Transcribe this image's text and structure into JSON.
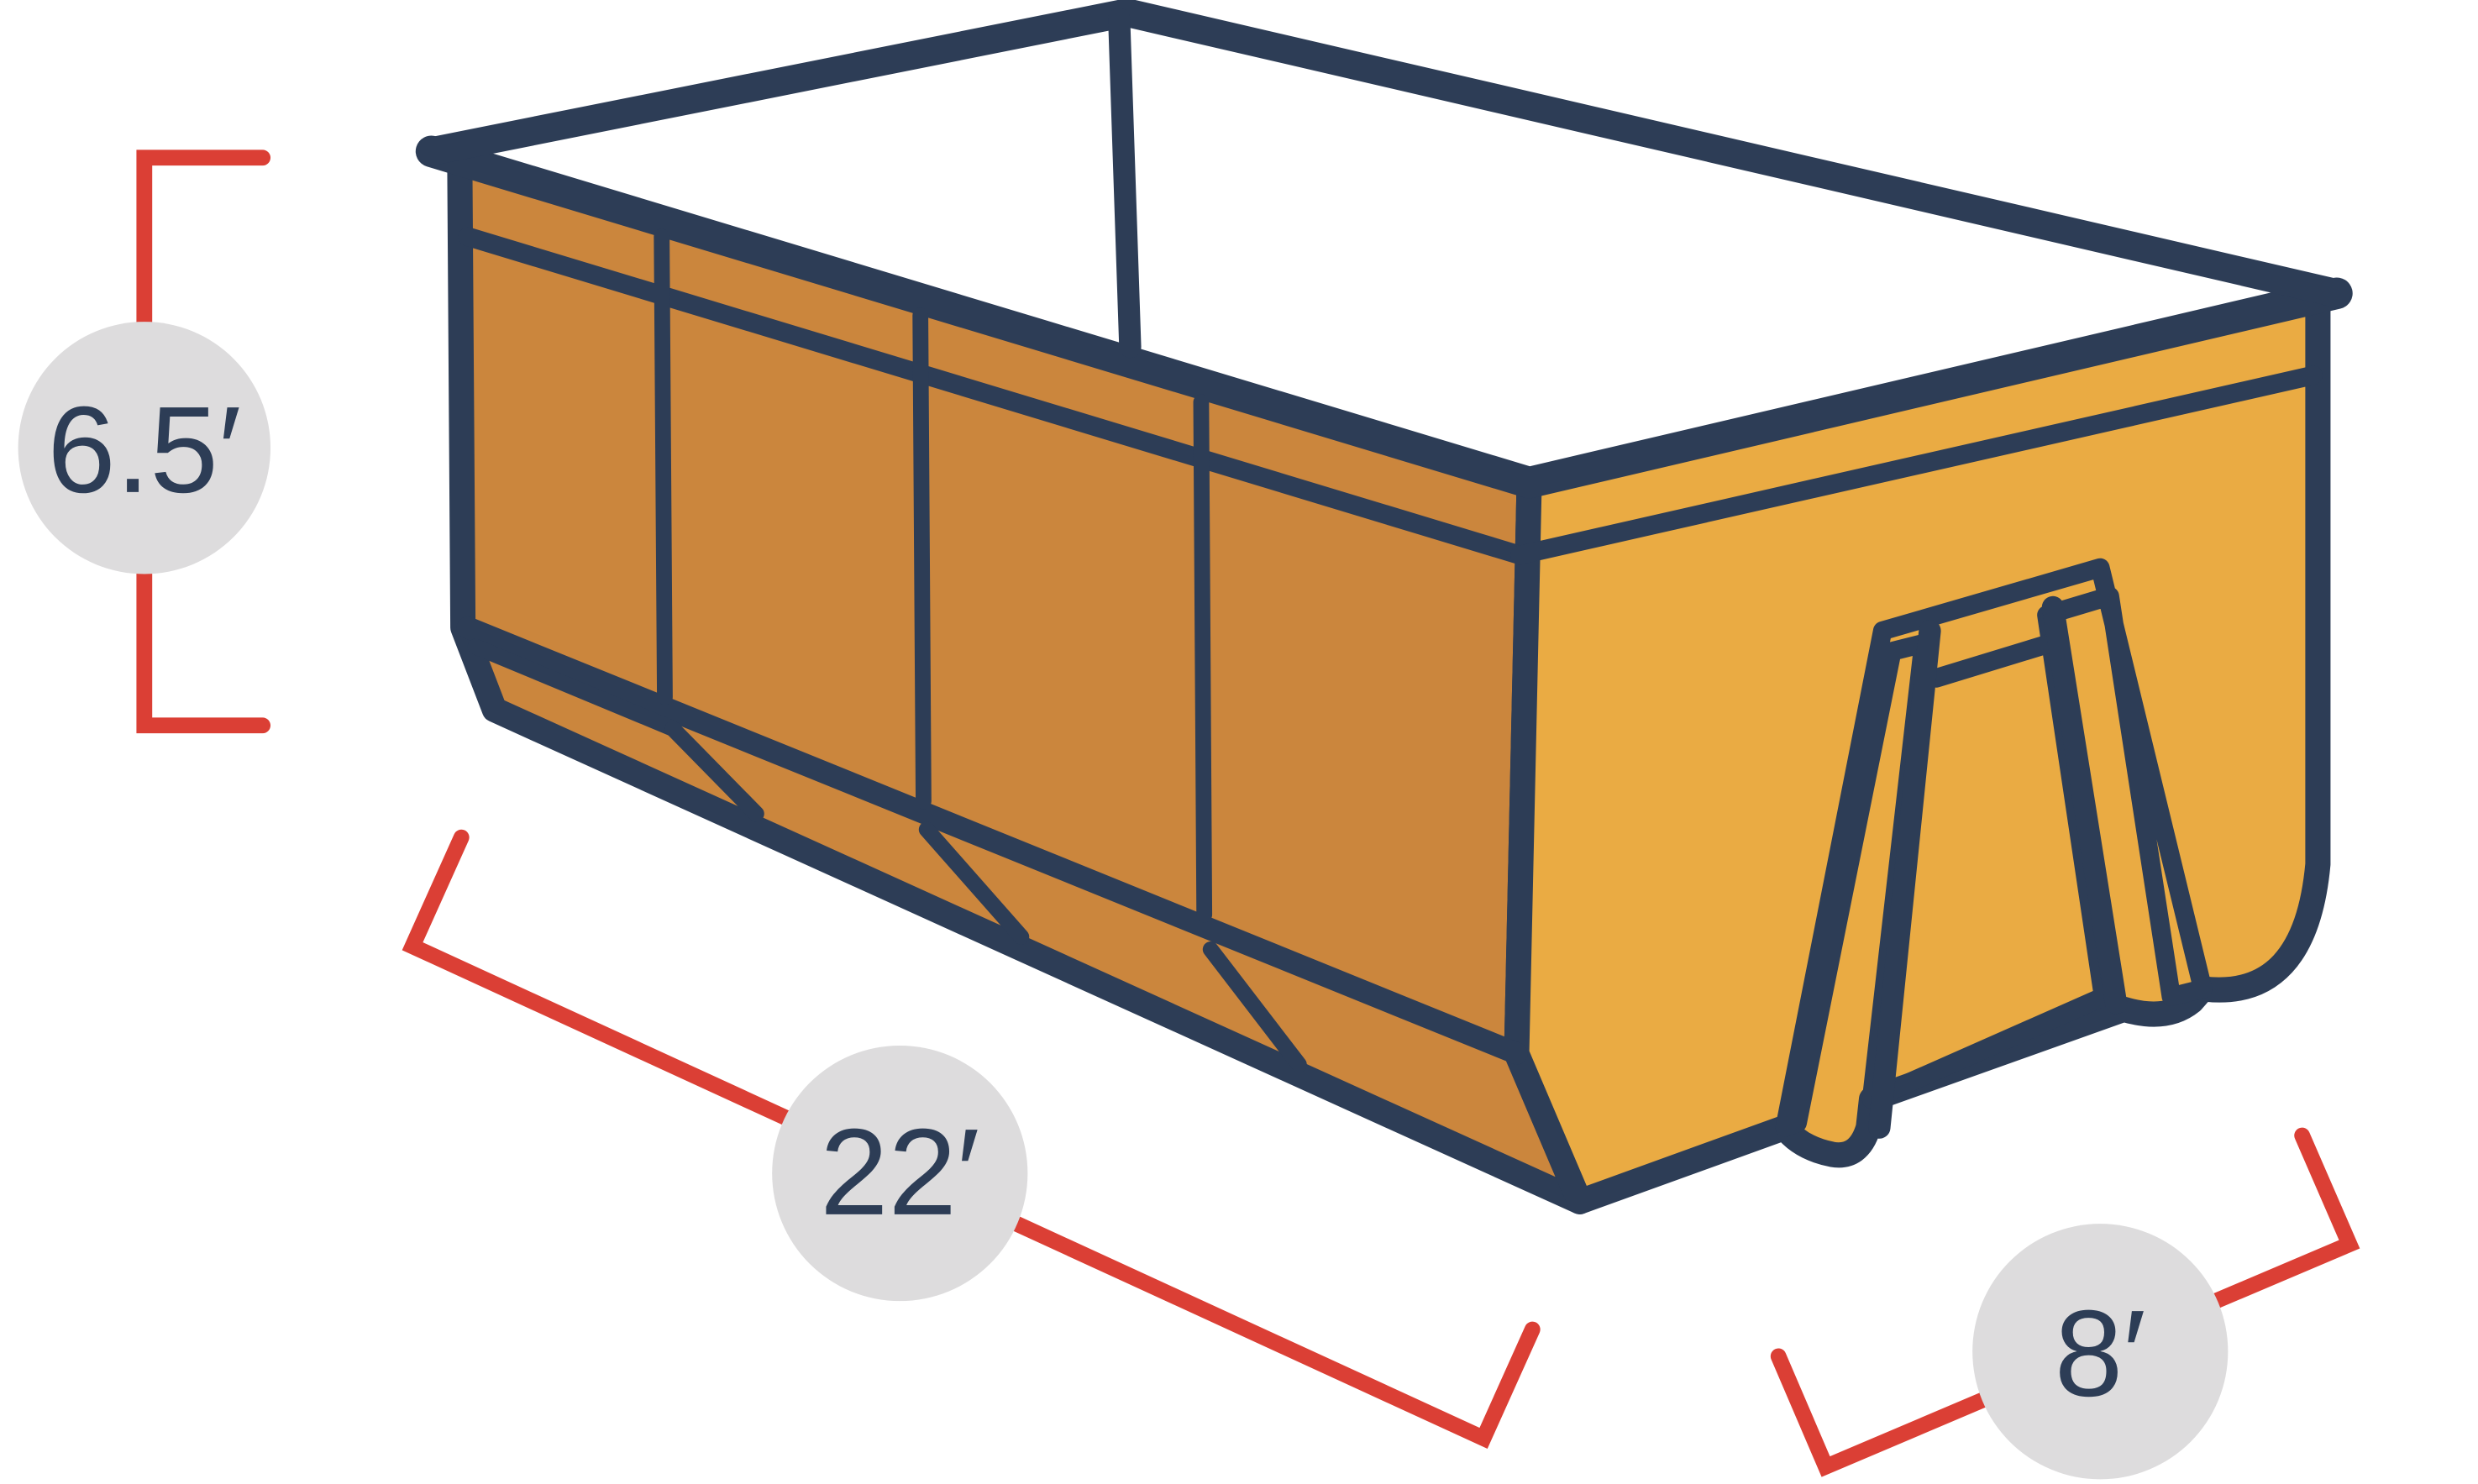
{
  "diagram": {
    "subject": "roll-off dumpster",
    "colors": {
      "outline": "#2d3d56",
      "side_panel": "#cb863d",
      "end_panel": "#eaab43",
      "dimension_line": "#db3f35",
      "label_circle": "#dddcdd",
      "background": "#ffffff"
    },
    "dimensions": {
      "height": {
        "label": "6.5′"
      },
      "length": {
        "label": "22′"
      },
      "width": {
        "label": "8′"
      }
    }
  }
}
